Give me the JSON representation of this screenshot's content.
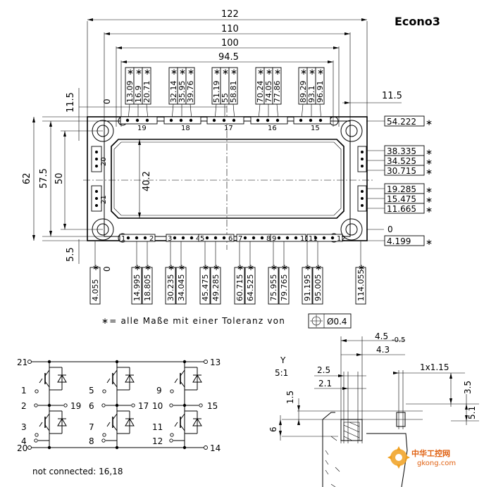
{
  "title": "Econo3",
  "top_dimensions": [
    "122",
    "110",
    "100",
    "94.5"
  ],
  "left_dimensions": [
    "62",
    "57.5",
    "50",
    "11.5",
    "5.5"
  ],
  "right_dimension_top": "11.5",
  "inner_height": "40.2",
  "zero_labels": [
    "0",
    "0",
    "0"
  ],
  "top_pin_groups": [
    {
      "values": [
        "13.09",
        "16.9",
        "20.71"
      ],
      "pins": [
        "19"
      ]
    },
    {
      "values": [
        "32.14",
        "35.95",
        "39.76"
      ],
      "pins": [
        "18"
      ]
    },
    {
      "values": [
        "51.19",
        "55",
        "58.81"
      ],
      "pins": [
        "17"
      ]
    },
    {
      "values": [
        "70.24",
        "74.05",
        "77.86"
      ],
      "pins": [
        "16"
      ]
    },
    {
      "values": [
        "89.29",
        "93.1",
        "96.91"
      ],
      "pins": [
        "15"
      ]
    }
  ],
  "right_values": [
    "54.222",
    "38.335",
    "34.525",
    "30.715",
    "19.285",
    "15.475",
    "11.665",
    "0",
    "4.199"
  ],
  "bottom_values": [
    "4.055",
    "14.995",
    "18.805",
    "30.235",
    "34.045",
    "45.475",
    "49.285",
    "60.715",
    "64.525",
    "75.955",
    "79.765",
    "91.195",
    "95.005",
    "114.055"
  ],
  "bottom_pin_numbers": [
    "1",
    "2",
    "3",
    "4",
    "5",
    "6",
    "7",
    "8",
    "9",
    "10",
    "11",
    "12"
  ],
  "side_pin_numbers": [
    "20",
    "21"
  ],
  "tolerance_note": "∗= alle Maße mit einer Toleranz von",
  "tolerance_value": "Ø0.4",
  "schematic": {
    "pins_left": [
      "21",
      "1",
      "2",
      "3",
      "4",
      "20"
    ],
    "pins_mid1": [
      "5",
      "6",
      "7",
      "8"
    ],
    "pins_mid2": [
      "9",
      "10",
      "11",
      "12"
    ],
    "pins_right": [
      "13",
      "19",
      "17",
      "15",
      "14"
    ],
    "note": "not connected: 16,18"
  },
  "detail": {
    "label": "Y",
    "scale": "5:1",
    "dims": [
      "4.5",
      "-0.5",
      "4.3",
      "2.5",
      "2.1",
      "1x1.15",
      "3.5",
      "1.5",
      "5.1",
      "6"
    ]
  },
  "watermark": {
    "cn": "中华工控网",
    "url": "gkong.com"
  }
}
